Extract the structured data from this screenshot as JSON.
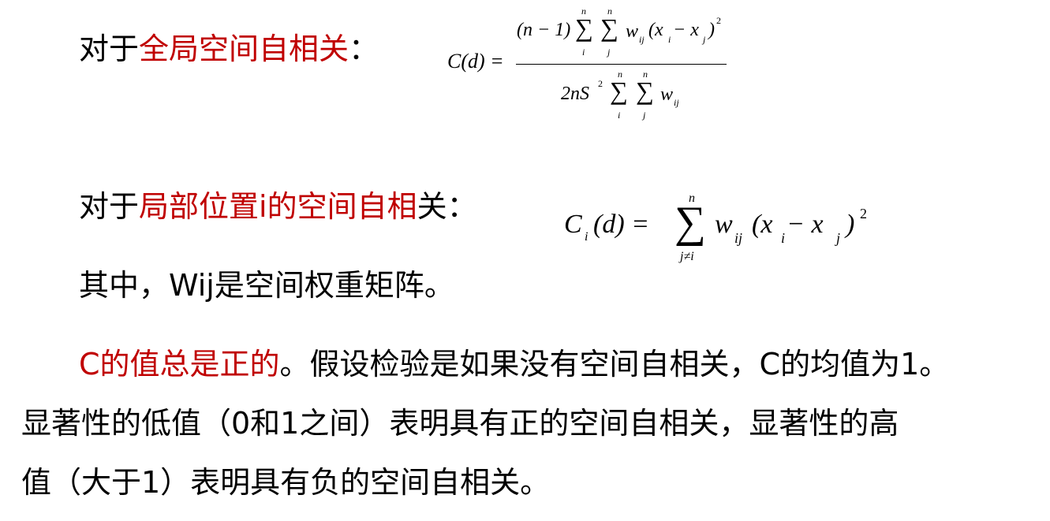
{
  "text_color": "#000000",
  "accent_color": "#c00000",
  "line1": {
    "prefix": "对于",
    "highlight": "全局空间自相关",
    "suffix": "："
  },
  "line2": {
    "prefix": "对于",
    "highlight": "局部位置i的空间自相",
    "suffix": "关："
  },
  "line3": {
    "text": "其中，Wij是空间权重矩阵。"
  },
  "para": {
    "highlight": "C的值总是正的",
    "rest1": "。假设检验是如果没有空间自相关，C的均值为1。",
    "line2": "显著性的低值（0和1之间）表明具有正的空间自相关，显著性的高",
    "line3": "值（大于1）表明具有负的空间自相关。"
  },
  "formula_global": {
    "lhs": "C(d) =",
    "num_pre": "(n − 1)",
    "sigma": "∑",
    "sup_n": "n",
    "sub_i": "i",
    "sub_j": "j",
    "w": "w",
    "ij": "ij",
    "paren": "(x",
    "xi_sub": "i",
    "minus": " − x",
    "xj_sub": "j",
    "close": ")",
    "sq": "2",
    "den_pre": "2nS",
    "den_sq": "2"
  },
  "formula_local": {
    "C": "C",
    "sub_i": "i",
    "mid": "(d) =",
    "sigma": "∑",
    "sup_n": "n",
    "under": "j≠i",
    "w": "w",
    "ij": "ij",
    "paren": "(x",
    "xi_sub": "i",
    "minus": " − x",
    "xj_sub": "j",
    "close": ")",
    "sq": "2"
  }
}
